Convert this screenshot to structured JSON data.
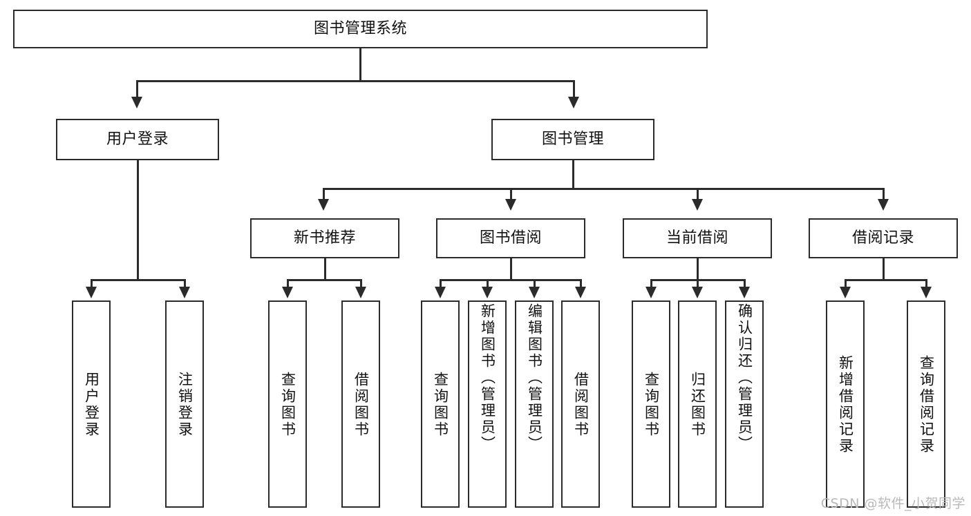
{
  "diagram": {
    "title": "图书管理系统",
    "watermark": "CSDN @软件_小贺同学",
    "root": {
      "id": "root",
      "label": "图书管理系统"
    },
    "level1": [
      {
        "id": "user-login",
        "label": "用户登录"
      },
      {
        "id": "book-management",
        "label": "图书管理"
      }
    ],
    "level2": [
      {
        "id": "new-book-recommend",
        "label": "新书推荐",
        "parent": "book-management"
      },
      {
        "id": "book-borrow",
        "label": "图书借阅",
        "parent": "book-management"
      },
      {
        "id": "current-borrow",
        "label": "当前借阅",
        "parent": "book-management"
      },
      {
        "id": "borrow-record",
        "label": "借阅记录",
        "parent": "book-management"
      }
    ],
    "leaves": {
      "user-login": [
        {
          "id": "leaf-user-login",
          "label": "用户登录"
        },
        {
          "id": "leaf-user-logout",
          "label": "注销登录"
        }
      ],
      "new-book-recommend": [
        {
          "id": "leaf-query-book-1",
          "label": "查询图书"
        },
        {
          "id": "leaf-borrow-book-1",
          "label": "借阅图书"
        }
      ],
      "book-borrow": [
        {
          "id": "leaf-query-book-2",
          "label": "查询图书"
        },
        {
          "id": "leaf-add-book",
          "label": "新增图书（管理员）"
        },
        {
          "id": "leaf-edit-book",
          "label": "编辑图书（管理员）"
        },
        {
          "id": "leaf-borrow-book-2",
          "label": "借阅图书"
        }
      ],
      "current-borrow": [
        {
          "id": "leaf-query-book-3",
          "label": "查询图书"
        },
        {
          "id": "leaf-return-book",
          "label": "归还图书"
        },
        {
          "id": "leaf-confirm-return",
          "label": "确认归还（管理员）"
        }
      ],
      "borrow-record": [
        {
          "id": "leaf-add-record",
          "label": "新增借阅记录"
        },
        {
          "id": "leaf-query-record",
          "label": "查询借阅记录"
        }
      ]
    },
    "colors": {
      "stroke": "#2b2b2b",
      "fill": "#ffffff",
      "text": "#111111",
      "watermark": "#b9b9b9"
    }
  }
}
